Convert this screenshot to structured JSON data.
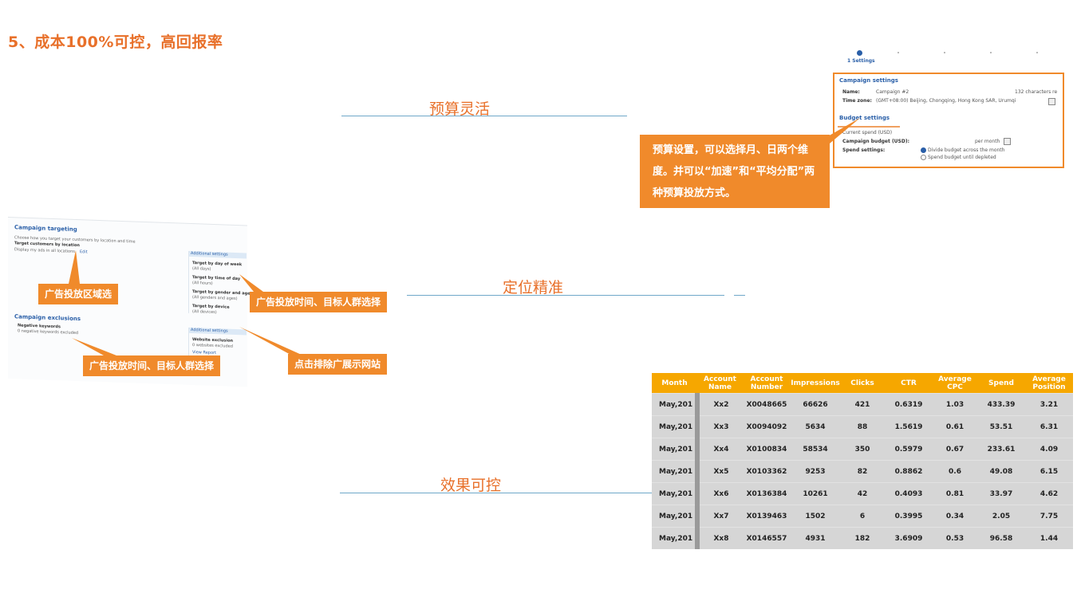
{
  "heading": "5、成本100%可控，高回报率",
  "features": {
    "budget": "预算灵活",
    "targeting": "定位精准",
    "control": "效果可控"
  },
  "settings_panel": {
    "step_label": "1  Settings",
    "campaign_settings_title": "Campaign settings",
    "name_label": "Name:",
    "name_value": "Campaign #2",
    "name_hint": "132 characters re",
    "timezone_label": "Time zone:",
    "timezone_value": "(GMT+08:00) Beijing, Chongqing, Hong Kong SAR, Urumqi",
    "budget_settings_title": "Budget settings",
    "current_spend": "Current spend (USD)",
    "campaign_budget_label": "Campaign budget (USD):",
    "per_month": "per month",
    "spend_settings_label": "Spend settings:",
    "spend_option_1": "Divide budget across the month",
    "spend_option_2": "Spend budget until depleted"
  },
  "callout": "预算设置，可以选择月、日两个维度。并可以“加速”和“平均分配”两种预算投放方式。",
  "targeting_panel": {
    "title": "Campaign targeting",
    "intro": "Choose how you target your customers by location and time",
    "location_label": "Target customers by location",
    "location_value": "Display my ads in all locations",
    "edit": "Edit",
    "additional_settings": "Additional settings",
    "side_items": [
      {
        "label": "Target by day of week",
        "value": "(All days)"
      },
      {
        "label": "Target by time of day",
        "value": "(All hours)"
      },
      {
        "label": "Target by gender and age",
        "value": "(All genders and ages)"
      },
      {
        "label": "Target by device",
        "value": "(All devices)"
      }
    ],
    "exclusions_title": "Campaign exclusions",
    "negative_keywords": "Negative keywords",
    "negative_value": "0 negative keywords excluded",
    "website_exclusion": "Website exclusion",
    "website_value": "0 websites excluded",
    "view_report": "View Report"
  },
  "tags": {
    "region": "广告投放区域选",
    "time_audience_1": "广告投放时间、目标人群选择",
    "time_audience_2": "广告投放时间、目标人群选择",
    "exclude_sites": "点击排除广展示网站"
  },
  "table": {
    "headers": [
      "Month",
      "Account Name",
      "Account Number",
      "Impressions",
      "Clicks",
      "CTR",
      "Average CPC",
      "Spend",
      "Average Position"
    ],
    "rows": [
      [
        "May,201",
        "Xx2",
        "X0048665",
        "66626",
        "421",
        "0.6319",
        "1.03",
        "433.39",
        "3.21"
      ],
      [
        "May,201",
        "Xx3",
        "X0094092",
        "5634",
        "88",
        "1.5619",
        "0.61",
        "53.51",
        "6.31"
      ],
      [
        "May,201",
        "Xx4",
        "X0100834",
        "58534",
        "350",
        "0.5979",
        "0.67",
        "233.61",
        "4.09"
      ],
      [
        "May,201",
        "Xx5",
        "X0103362",
        "9253",
        "82",
        "0.8862",
        "0.6",
        "49.08",
        "6.15"
      ],
      [
        "May,201",
        "Xx6",
        "X0136384",
        "10261",
        "42",
        "0.4093",
        "0.81",
        "33.97",
        "4.62"
      ],
      [
        "May,201",
        "Xx7",
        "X0139463",
        "1502",
        "6",
        "0.3995",
        "0.34",
        "2.05",
        "7.75"
      ],
      [
        "May,201",
        "Xx8",
        "X0146557",
        "4931",
        "182",
        "3.6909",
        "0.53",
        "96.58",
        "1.44"
      ]
    ]
  },
  "colors": {
    "accent": "#e8702a",
    "tag": "#f08a2b",
    "table_header": "#f6a700",
    "line": "#6fa8c9"
  }
}
